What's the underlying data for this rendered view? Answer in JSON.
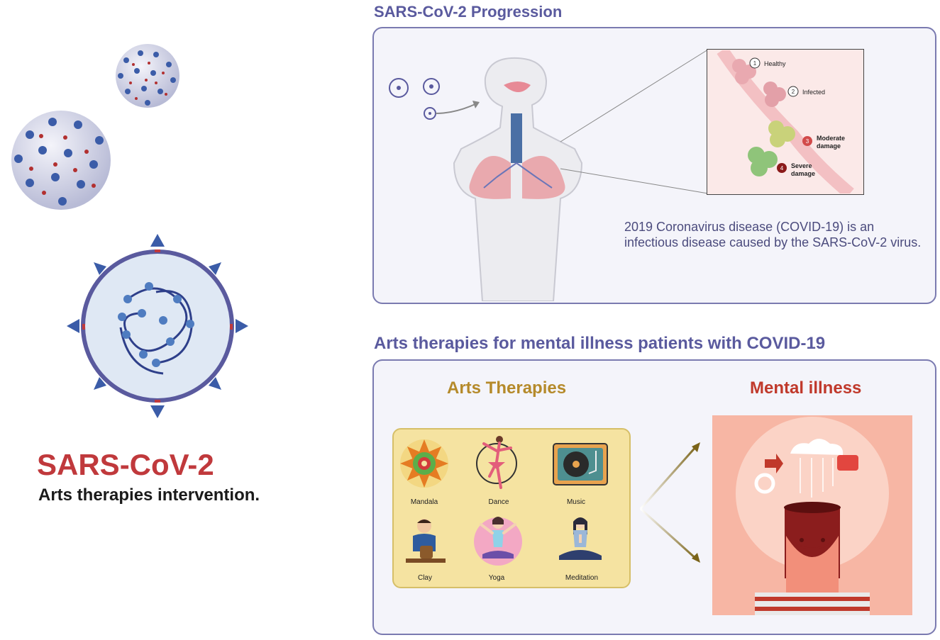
{
  "left": {
    "title": "SARS-CoV-2",
    "subtitle": "Arts therapies intervention."
  },
  "progression": {
    "heading": "SARS-CoV-2 Progression",
    "stages": [
      {
        "num": "1",
        "label": "Healthy"
      },
      {
        "num": "2",
        "label": "Infected"
      },
      {
        "num": "3",
        "label": "Moderate damage"
      },
      {
        "num": "4",
        "label": "Severe damage"
      }
    ],
    "description": "2019 Coronavirus disease (COVID-19) is an infectious disease caused by the SARS-CoV-2 virus."
  },
  "therapies": {
    "heading": "Arts therapies for mental illness patients with COVID-19",
    "arts_heading": "Arts Therapies",
    "illness_heading": "Mental illness",
    "items": [
      "Mandala",
      "Dance",
      "Music",
      "Clay",
      "Yoga",
      "Meditation"
    ]
  },
  "colors": {
    "accent_purple": "#5a5a9e",
    "title_red": "#c0393c",
    "arts_gold": "#b58a2a",
    "illness_red": "#c0392b"
  }
}
